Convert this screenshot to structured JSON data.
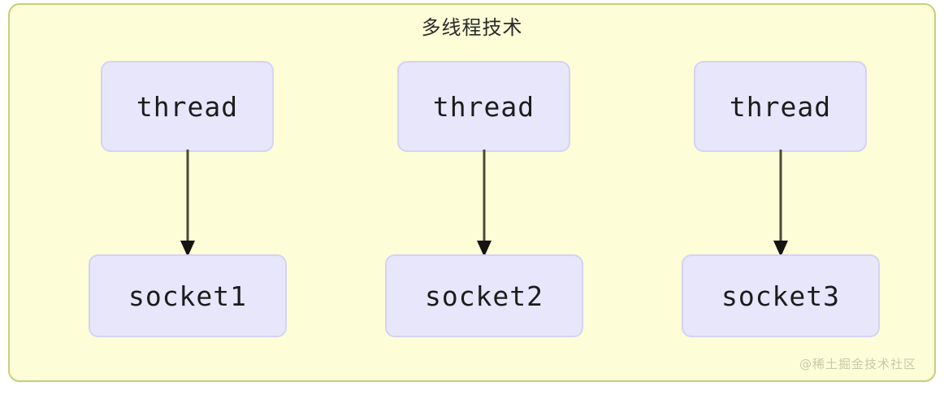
{
  "diagram": {
    "title": "多线程技术",
    "watermark": "@稀土掘金技术社区",
    "colors": {
      "container_fill": "#fdfdd7",
      "container_border": "#c3d178",
      "node_fill": "#e8e6fb",
      "node_border": "#d5d2f5",
      "arrow": "#2b2b20",
      "text": "#1c1c1c",
      "watermark": "#c9c9a8"
    },
    "columns": [
      {
        "thread_label": "thread",
        "socket_label": "socket1",
        "arrow_name": "arrow-thread-to-socket1"
      },
      {
        "thread_label": "thread",
        "socket_label": "socket2",
        "arrow_name": "arrow-thread-to-socket2"
      },
      {
        "thread_label": "thread",
        "socket_label": "socket3",
        "arrow_name": "arrow-thread-to-socket3"
      }
    ]
  }
}
